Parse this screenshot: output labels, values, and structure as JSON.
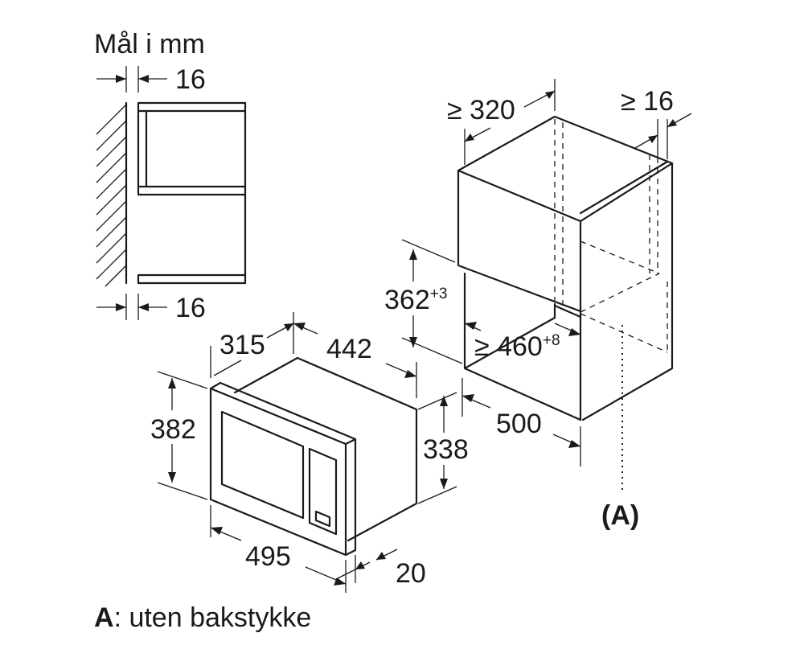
{
  "title": "Mål i mm",
  "note": {
    "key": "A",
    "text": ": uten bakstykke"
  },
  "side_view": {
    "top_gap": "16",
    "bottom_gap": "16"
  },
  "microwave": {
    "depth": "315",
    "width": "442",
    "frame_height": "382",
    "height": "338",
    "frame_width": "495",
    "frame_depth": "20"
  },
  "cabinet": {
    "min_depth": "≥ 320",
    "side_gap": "≥ 16",
    "niche_height": "362",
    "niche_height_tol": "+3",
    "niche_width": "≥ 460",
    "niche_width_tol": "+8",
    "depth": "500",
    "marker": "(A)"
  }
}
